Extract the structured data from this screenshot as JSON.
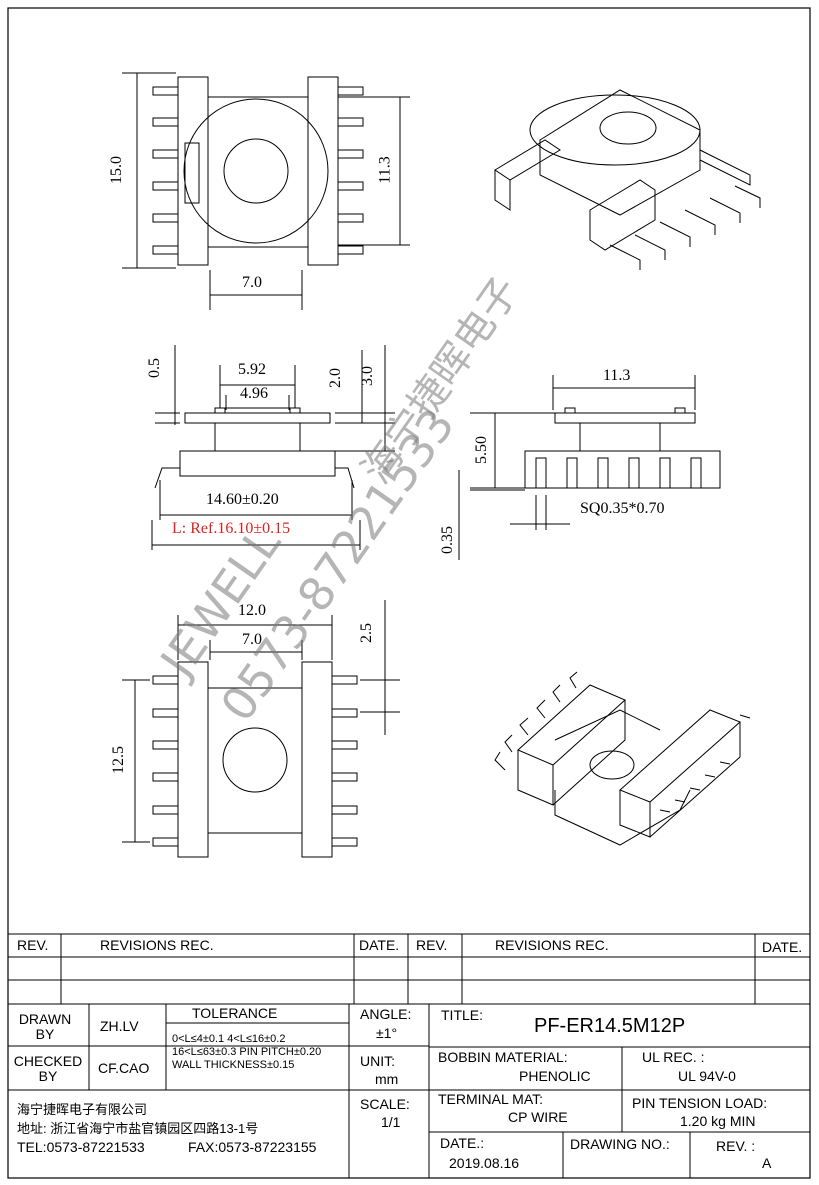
{
  "views": {
    "top": {
      "dim_height": "15.0",
      "dim_inner_height": "11.3",
      "dim_width": "7.0"
    },
    "side": {
      "dim_flange_thk": "0.5",
      "dim_top_width": "5.92",
      "dim_inner_width": "4.96",
      "dim_height_2": "2.0",
      "dim_height_3": "3.0",
      "dim_overall": "14.60±0.20",
      "dim_ref_length": "L: Ref.16.10±0.15"
    },
    "end": {
      "dim_width": "11.3",
      "dim_height": "5.50",
      "dim_pin_thk": "0.35",
      "dim_pin": "SQ0.35*0.70"
    },
    "bottom": {
      "dim_width": "12.0",
      "dim_inner_width": "7.0",
      "dim_pitch": "2.5",
      "dim_height": "12.5"
    }
  },
  "watermark": {
    "brand": "JEWELL",
    "company": "海宁捷晖电子",
    "phone": "0573-87221533"
  },
  "title_block": {
    "rev_header": "REV.",
    "revisions_header": "REVISIONS  REC.",
    "date_header": "DATE.",
    "drawn_by_label": "DRAWN BY",
    "drawn_by": "ZH.LV",
    "checked_by_label": "CHECKED BY",
    "checked_by": "CF.CAO",
    "tolerance_label": "TOLERANCE",
    "tolerance_line1": "0<L≤4±0.1 4<L≤16±0.2",
    "tolerance_line2": "16<L≤63±0.3 PIN PITCH±0.20",
    "tolerance_line3": "WALL THICKNESS±0.15",
    "angle_label": "ANGLE:",
    "angle_value": "±1°",
    "unit_label": "UNIT:",
    "unit_value": "mm",
    "scale_label": "SCALE:",
    "scale_value": "1/1",
    "title_label": "TITLE:",
    "title_value": "PF-ER14.5M12P",
    "bobbin_material_label": "BOBBIN MATERIAL:",
    "bobbin_material": "PHENOLIC",
    "ul_rec_label": "UL REC. :",
    "ul_rec": "UL 94V-0",
    "terminal_mat_label": "TERMINAL MAT:",
    "terminal_mat": "CP WIRE",
    "pin_tension_label": "PIN TENSION LOAD:",
    "pin_tension": "1.20 kg MIN",
    "date_label": "DATE.:",
    "date_value": "2019.08.16",
    "drawing_no_label": "DRAWING NO.:",
    "rev_label": "REV. :",
    "rev_value": "A",
    "company_name": "海宁捷晖电子有限公司",
    "company_address": "地址: 浙江省海宁市盐官镇园区四路13-1号",
    "company_tel": "TEL:0573-87221533",
    "company_fax": "FAX:0573-87223155"
  }
}
